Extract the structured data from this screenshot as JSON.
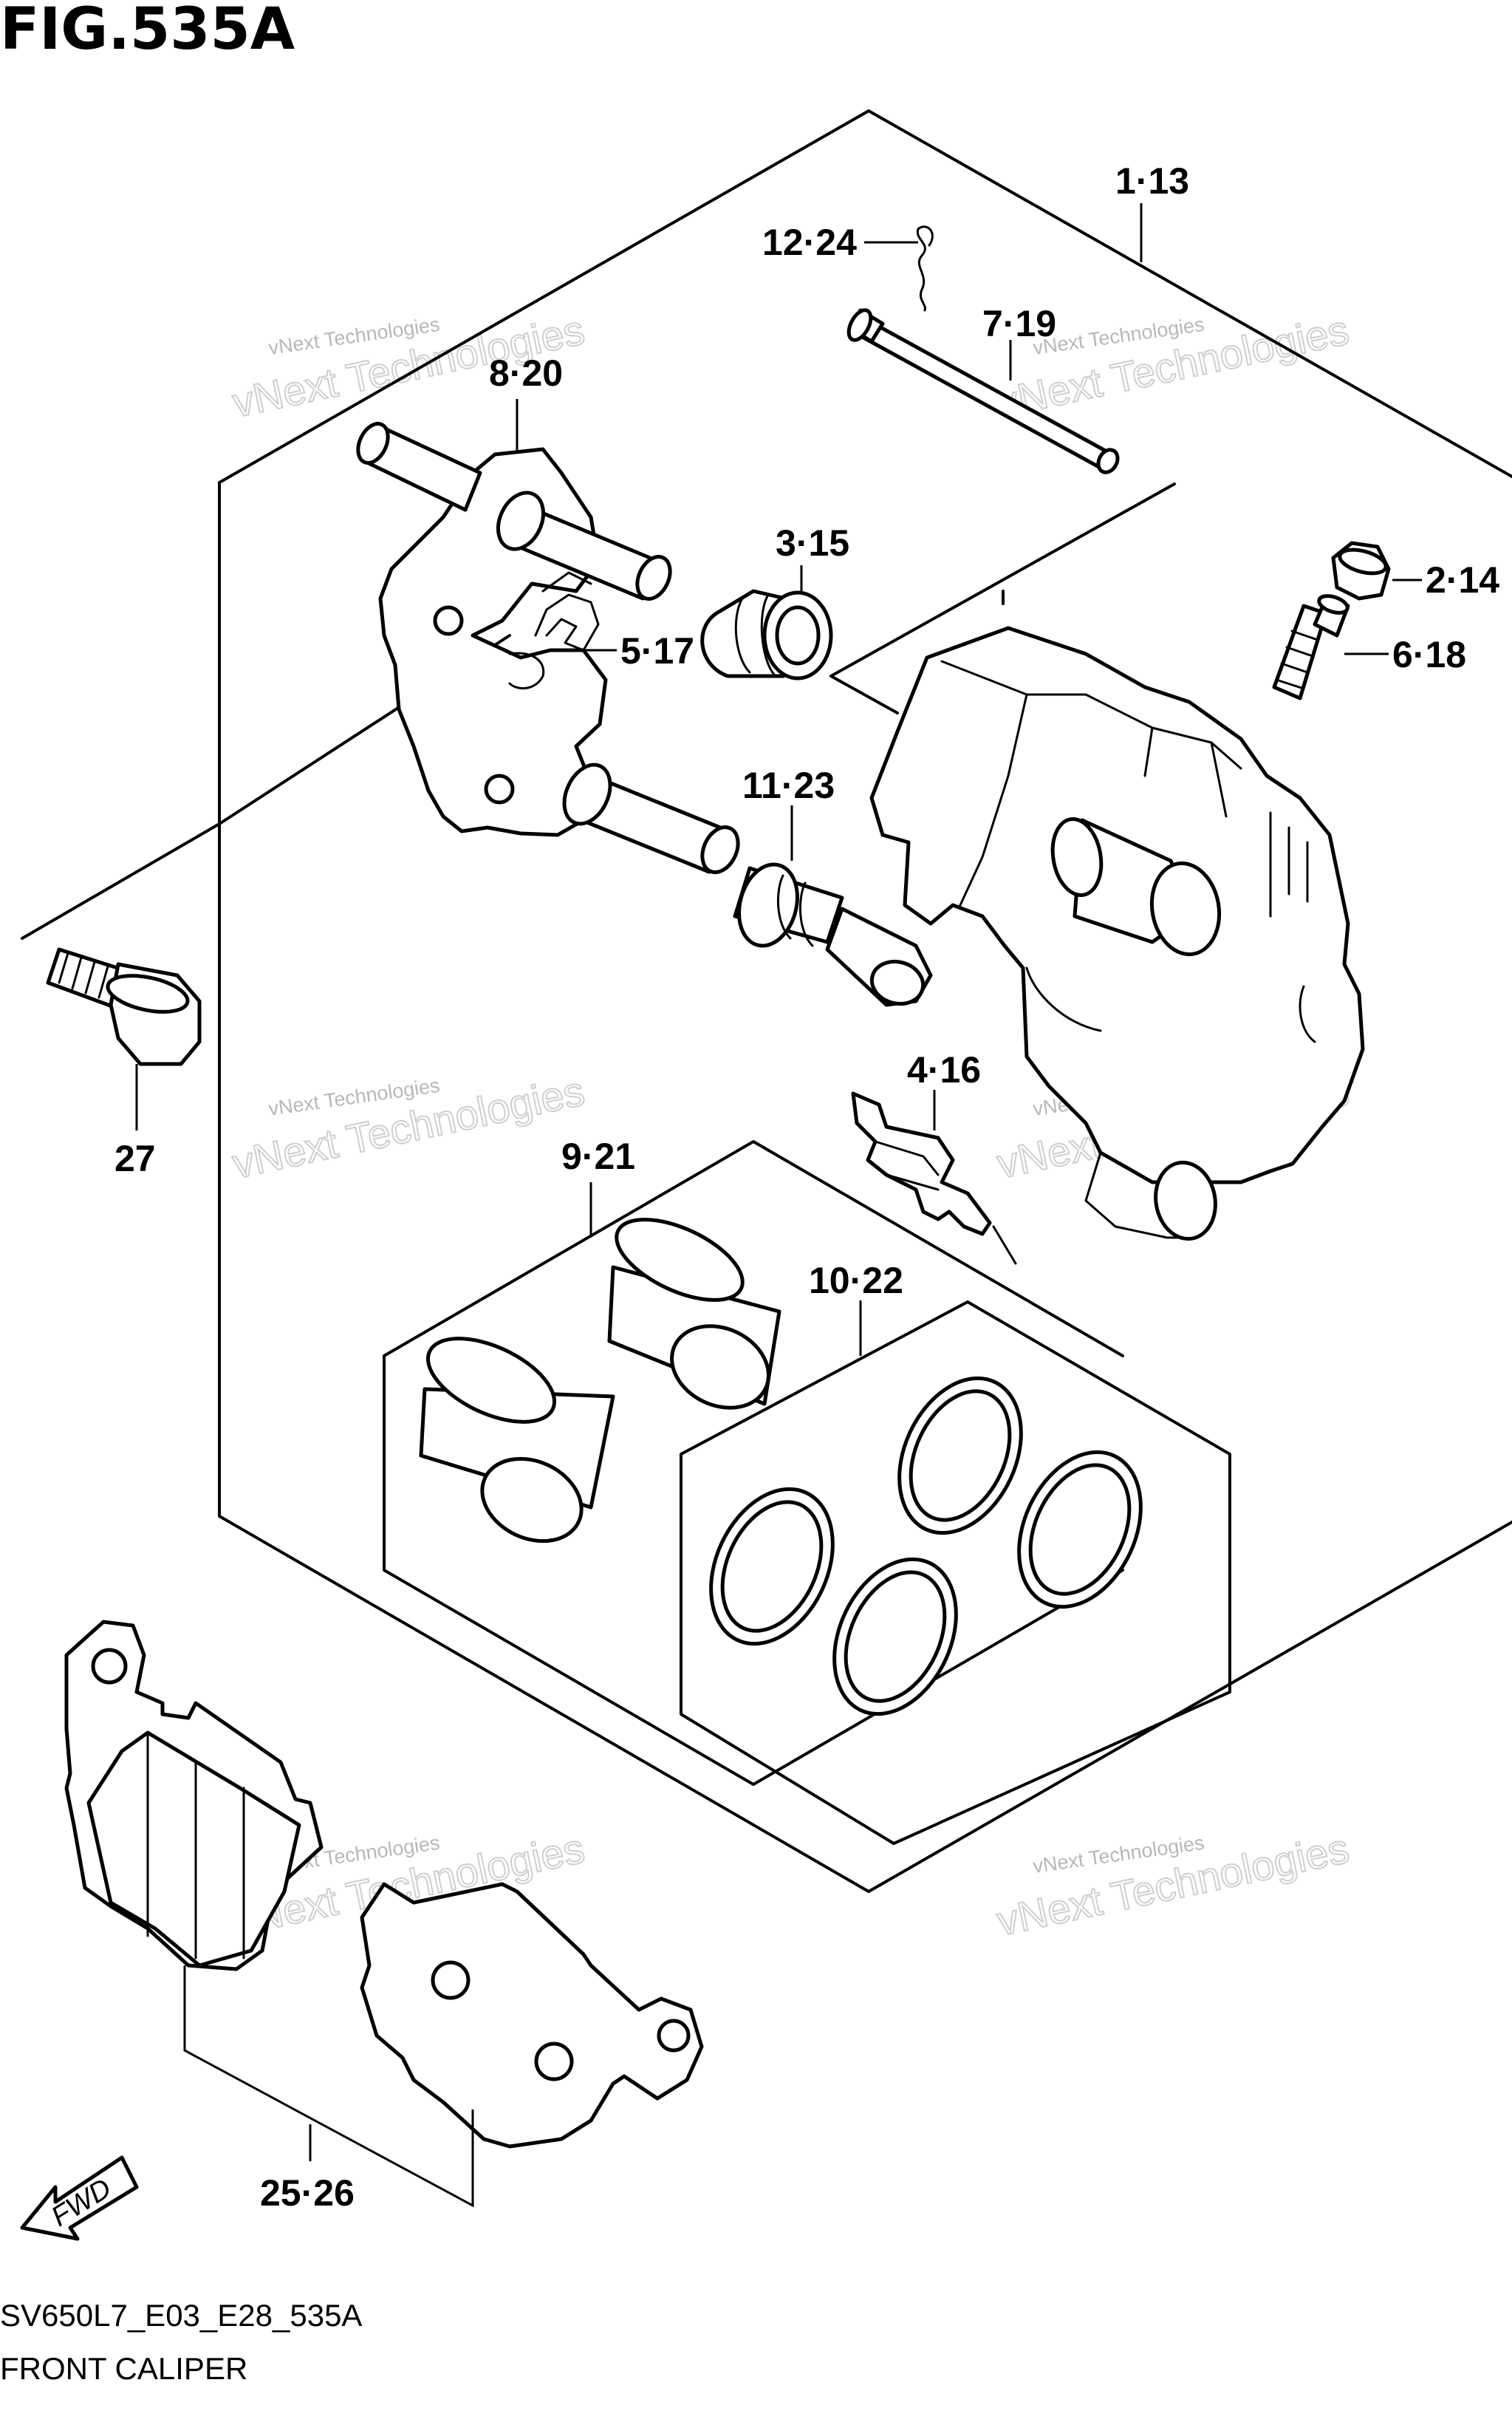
{
  "figure": {
    "title": "FIG.535A",
    "model_code": "SV650L7_E03_E28_535A",
    "section_name": "FRONT CALIPER"
  },
  "callouts": [
    {
      "id": "1-13",
      "text": "1·13"
    },
    {
      "id": "12-24",
      "text": "12·24"
    },
    {
      "id": "7-19",
      "text": "7·19"
    },
    {
      "id": "8-20",
      "text": "8·20"
    },
    {
      "id": "3-15",
      "text": "3·15"
    },
    {
      "id": "2-14",
      "text": "2·14"
    },
    {
      "id": "6-18",
      "text": "6·18"
    },
    {
      "id": "5-17",
      "text": "5·17"
    },
    {
      "id": "11-23",
      "text": "11·23"
    },
    {
      "id": "27",
      "text": "27"
    },
    {
      "id": "4-16",
      "text": "4·16"
    },
    {
      "id": "9-21",
      "text": "9·21"
    },
    {
      "id": "10-22",
      "text": "10·22"
    },
    {
      "id": "25-26",
      "text": "25·26"
    }
  ],
  "direction_marker": {
    "text": "FWD",
    "icon": "arrow-left-down-icon"
  },
  "watermark": {
    "line1": "vNext Technologies",
    "line2": "vNext Technologies"
  }
}
